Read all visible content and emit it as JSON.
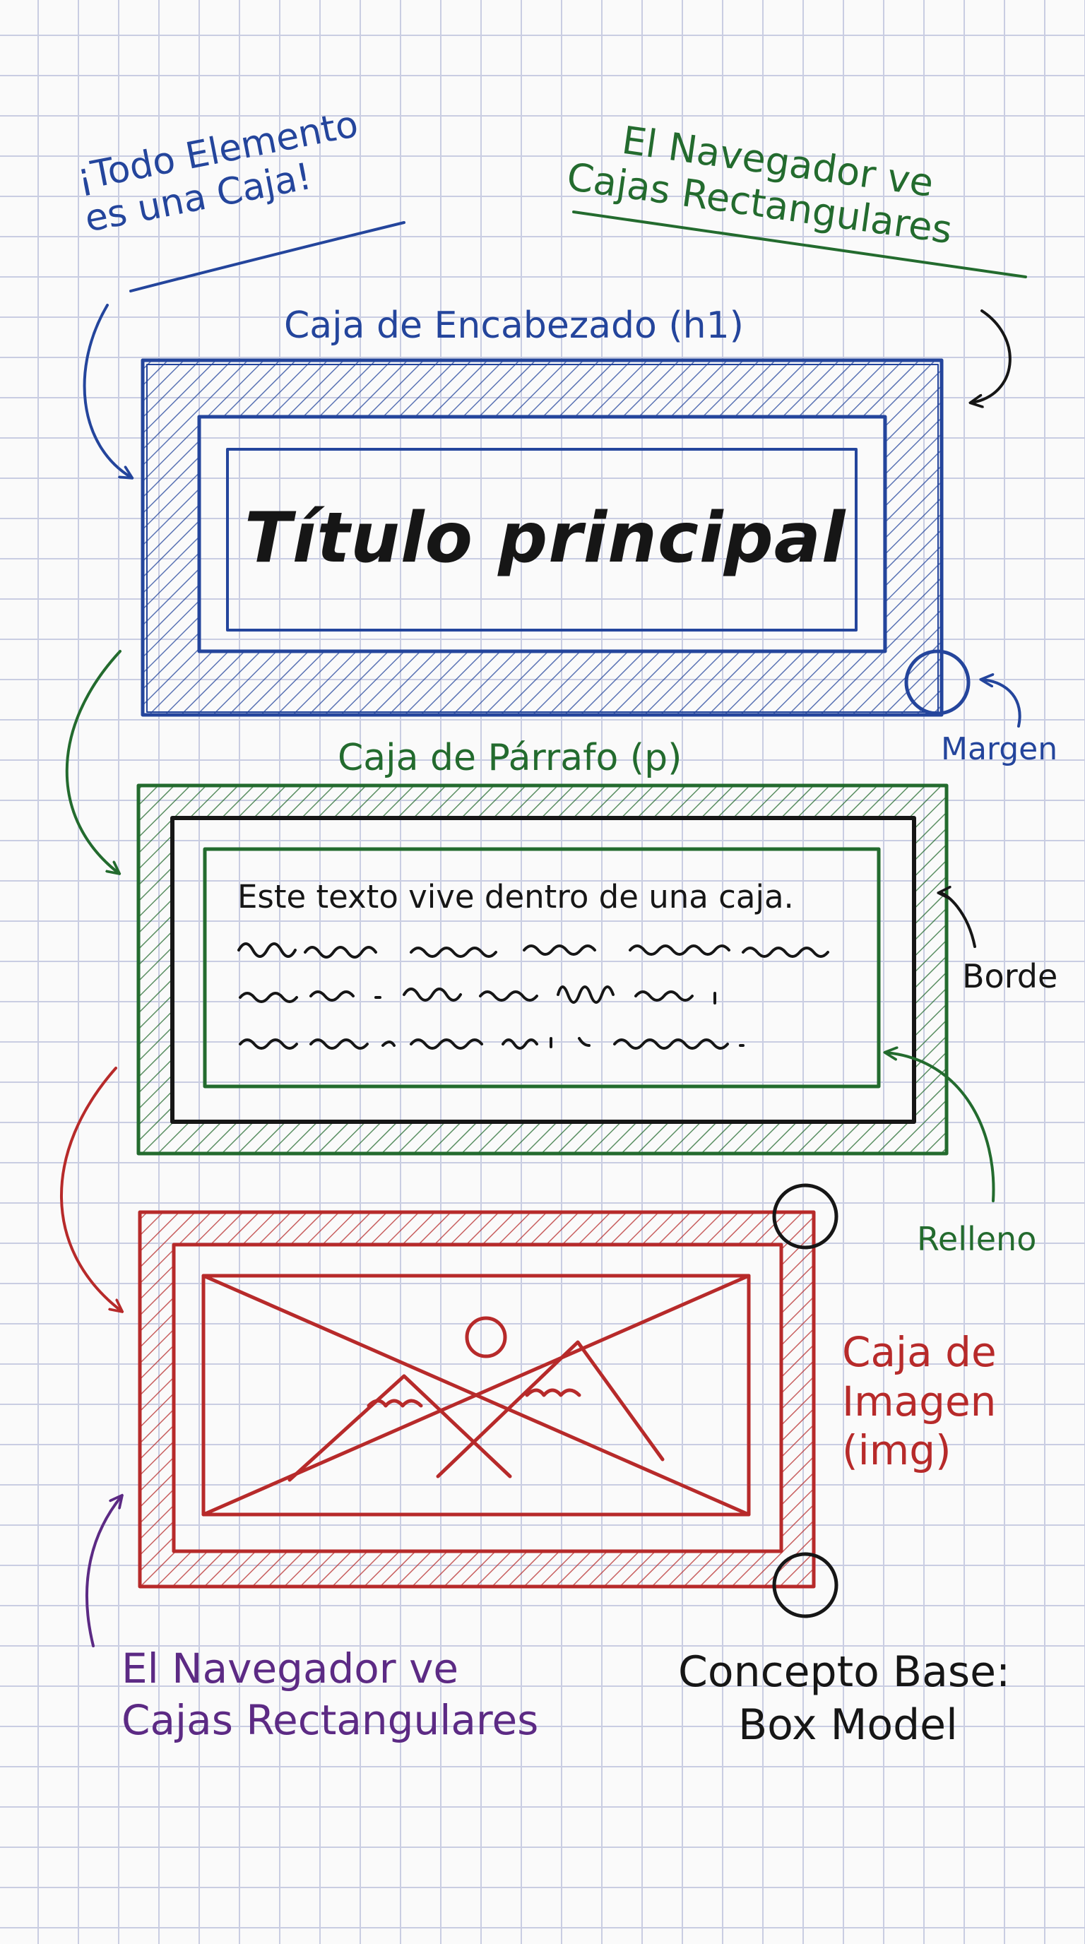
{
  "colors": {
    "heading": "#24459c",
    "paragraph": "#236b2e",
    "image": "#b72a2a",
    "footer": "#5c2a84",
    "ink": "#161616",
    "grid": "#c9cde2"
  },
  "notes": {
    "top_left": [
      "¡Todo Elemento",
      "es una Caja!"
    ],
    "top_right": [
      "El Navegador ve",
      "Cajas Rectangulares"
    ],
    "bottom_left": [
      "El Navegador ve",
      "Cajas Rectangulares"
    ],
    "bottom_right": [
      "Concepto Base:",
      "Box Model"
    ]
  },
  "boxes": {
    "heading": {
      "label": "Caja de Encabezado (h1)",
      "content": "Título principal"
    },
    "paragraph": {
      "label": "Caja de Párrafo (p)",
      "content": "Este texto vive dentro de una caja."
    },
    "image": {
      "label": [
        "Caja de",
        "Imagen",
        "(img)"
      ],
      "icon": "image-placeholder-icon"
    }
  },
  "callouts": {
    "margin": "Margen",
    "border": "Borde",
    "padding": "Relleno"
  }
}
